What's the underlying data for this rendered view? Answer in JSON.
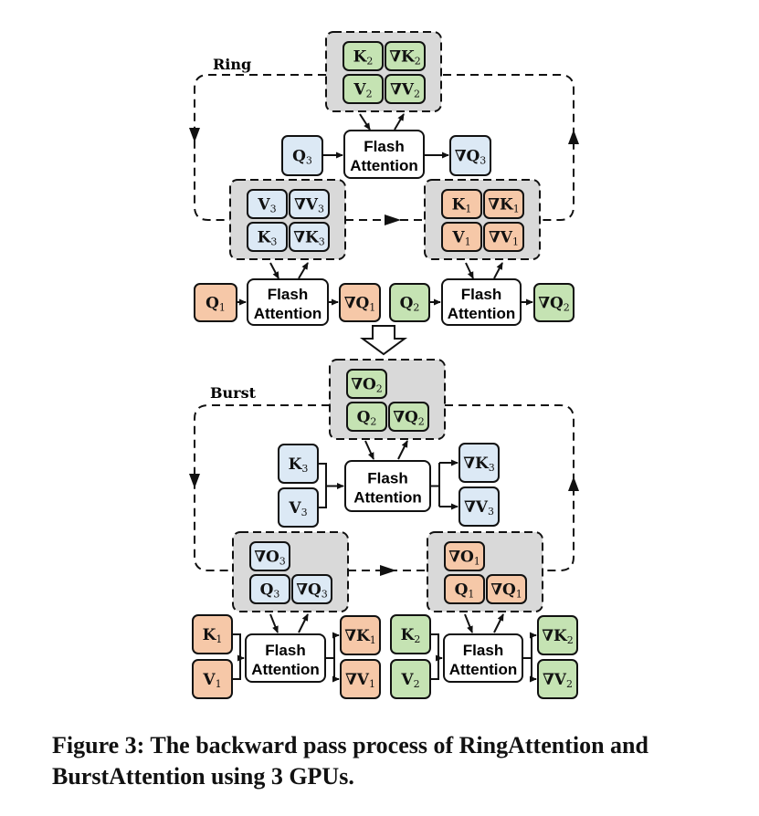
{
  "colors": {
    "blue": "#dce9f5",
    "orange": "#f6c8a8",
    "green": "#c5e3b3",
    "gray": "#d9d9d9",
    "stroke": "#111111"
  },
  "flash_label": [
    "Flash",
    "Attention"
  ],
  "ring": {
    "label": "Ring",
    "top_group": {
      "color": "green",
      "tiles": [
        [
          "K",
          "2"
        ],
        [
          "∇K",
          "2"
        ],
        [
          "V",
          "2"
        ],
        [
          "∇V",
          "2"
        ]
      ]
    },
    "top_input": {
      "color": "blue",
      "text": [
        "Q",
        "3"
      ]
    },
    "top_output": {
      "color": "blue",
      "text": [
        "∇Q",
        "3"
      ]
    },
    "left_group": {
      "color": "blue",
      "tiles": [
        [
          "V",
          "3"
        ],
        [
          "∇V",
          "3"
        ],
        [
          "K",
          "3"
        ],
        [
          "∇K",
          "3"
        ]
      ]
    },
    "right_group": {
      "color": "orange",
      "tiles": [
        [
          "K",
          "1"
        ],
        [
          "∇K",
          "1"
        ],
        [
          "V",
          "1"
        ],
        [
          "∇V",
          "1"
        ]
      ]
    },
    "left_input": {
      "color": "orange",
      "text": [
        "Q",
        "1"
      ]
    },
    "left_output": {
      "color": "orange",
      "text": [
        "∇Q",
        "1"
      ]
    },
    "right_input": {
      "color": "green",
      "text": [
        "Q",
        "2"
      ]
    },
    "right_output": {
      "color": "green",
      "text": [
        "∇Q",
        "2"
      ]
    }
  },
  "burst": {
    "label": "Burst",
    "top_group": {
      "color": "green",
      "tiles": [
        [
          "∇O",
          "2"
        ],
        null,
        [
          "Q",
          "2"
        ],
        [
          "∇Q",
          "2"
        ]
      ]
    },
    "top_inputs": {
      "color": "blue",
      "items": [
        [
          "K",
          "3"
        ],
        [
          "V",
          "3"
        ]
      ]
    },
    "top_outputs": {
      "color": "blue",
      "items": [
        [
          "∇K",
          "3"
        ],
        [
          "∇V",
          "3"
        ]
      ]
    },
    "left_group": {
      "color": "blue",
      "tiles": [
        [
          "∇O",
          "3"
        ],
        null,
        [
          "Q",
          "3"
        ],
        [
          "∇Q",
          "3"
        ]
      ]
    },
    "right_group": {
      "color": "orange",
      "tiles": [
        [
          "∇O",
          "1"
        ],
        null,
        [
          "Q",
          "1"
        ],
        [
          "∇Q",
          "1"
        ]
      ]
    },
    "left_inputs": {
      "color": "orange",
      "items": [
        [
          "K",
          "1"
        ],
        [
          "V",
          "1"
        ]
      ]
    },
    "left_outputs": {
      "color": "orange",
      "items": [
        [
          "∇K",
          "1"
        ],
        [
          "∇V",
          "1"
        ]
      ]
    },
    "right_inputs": {
      "color": "green",
      "items": [
        [
          "K",
          "2"
        ],
        [
          "V",
          "2"
        ]
      ]
    },
    "right_outputs": {
      "color": "green",
      "items": [
        [
          "∇K",
          "2"
        ],
        [
          "∇V",
          "2"
        ]
      ]
    }
  },
  "caption": "Figure 3: The backward pass process of RingAttention and BurstAttention using 3 GPUs."
}
